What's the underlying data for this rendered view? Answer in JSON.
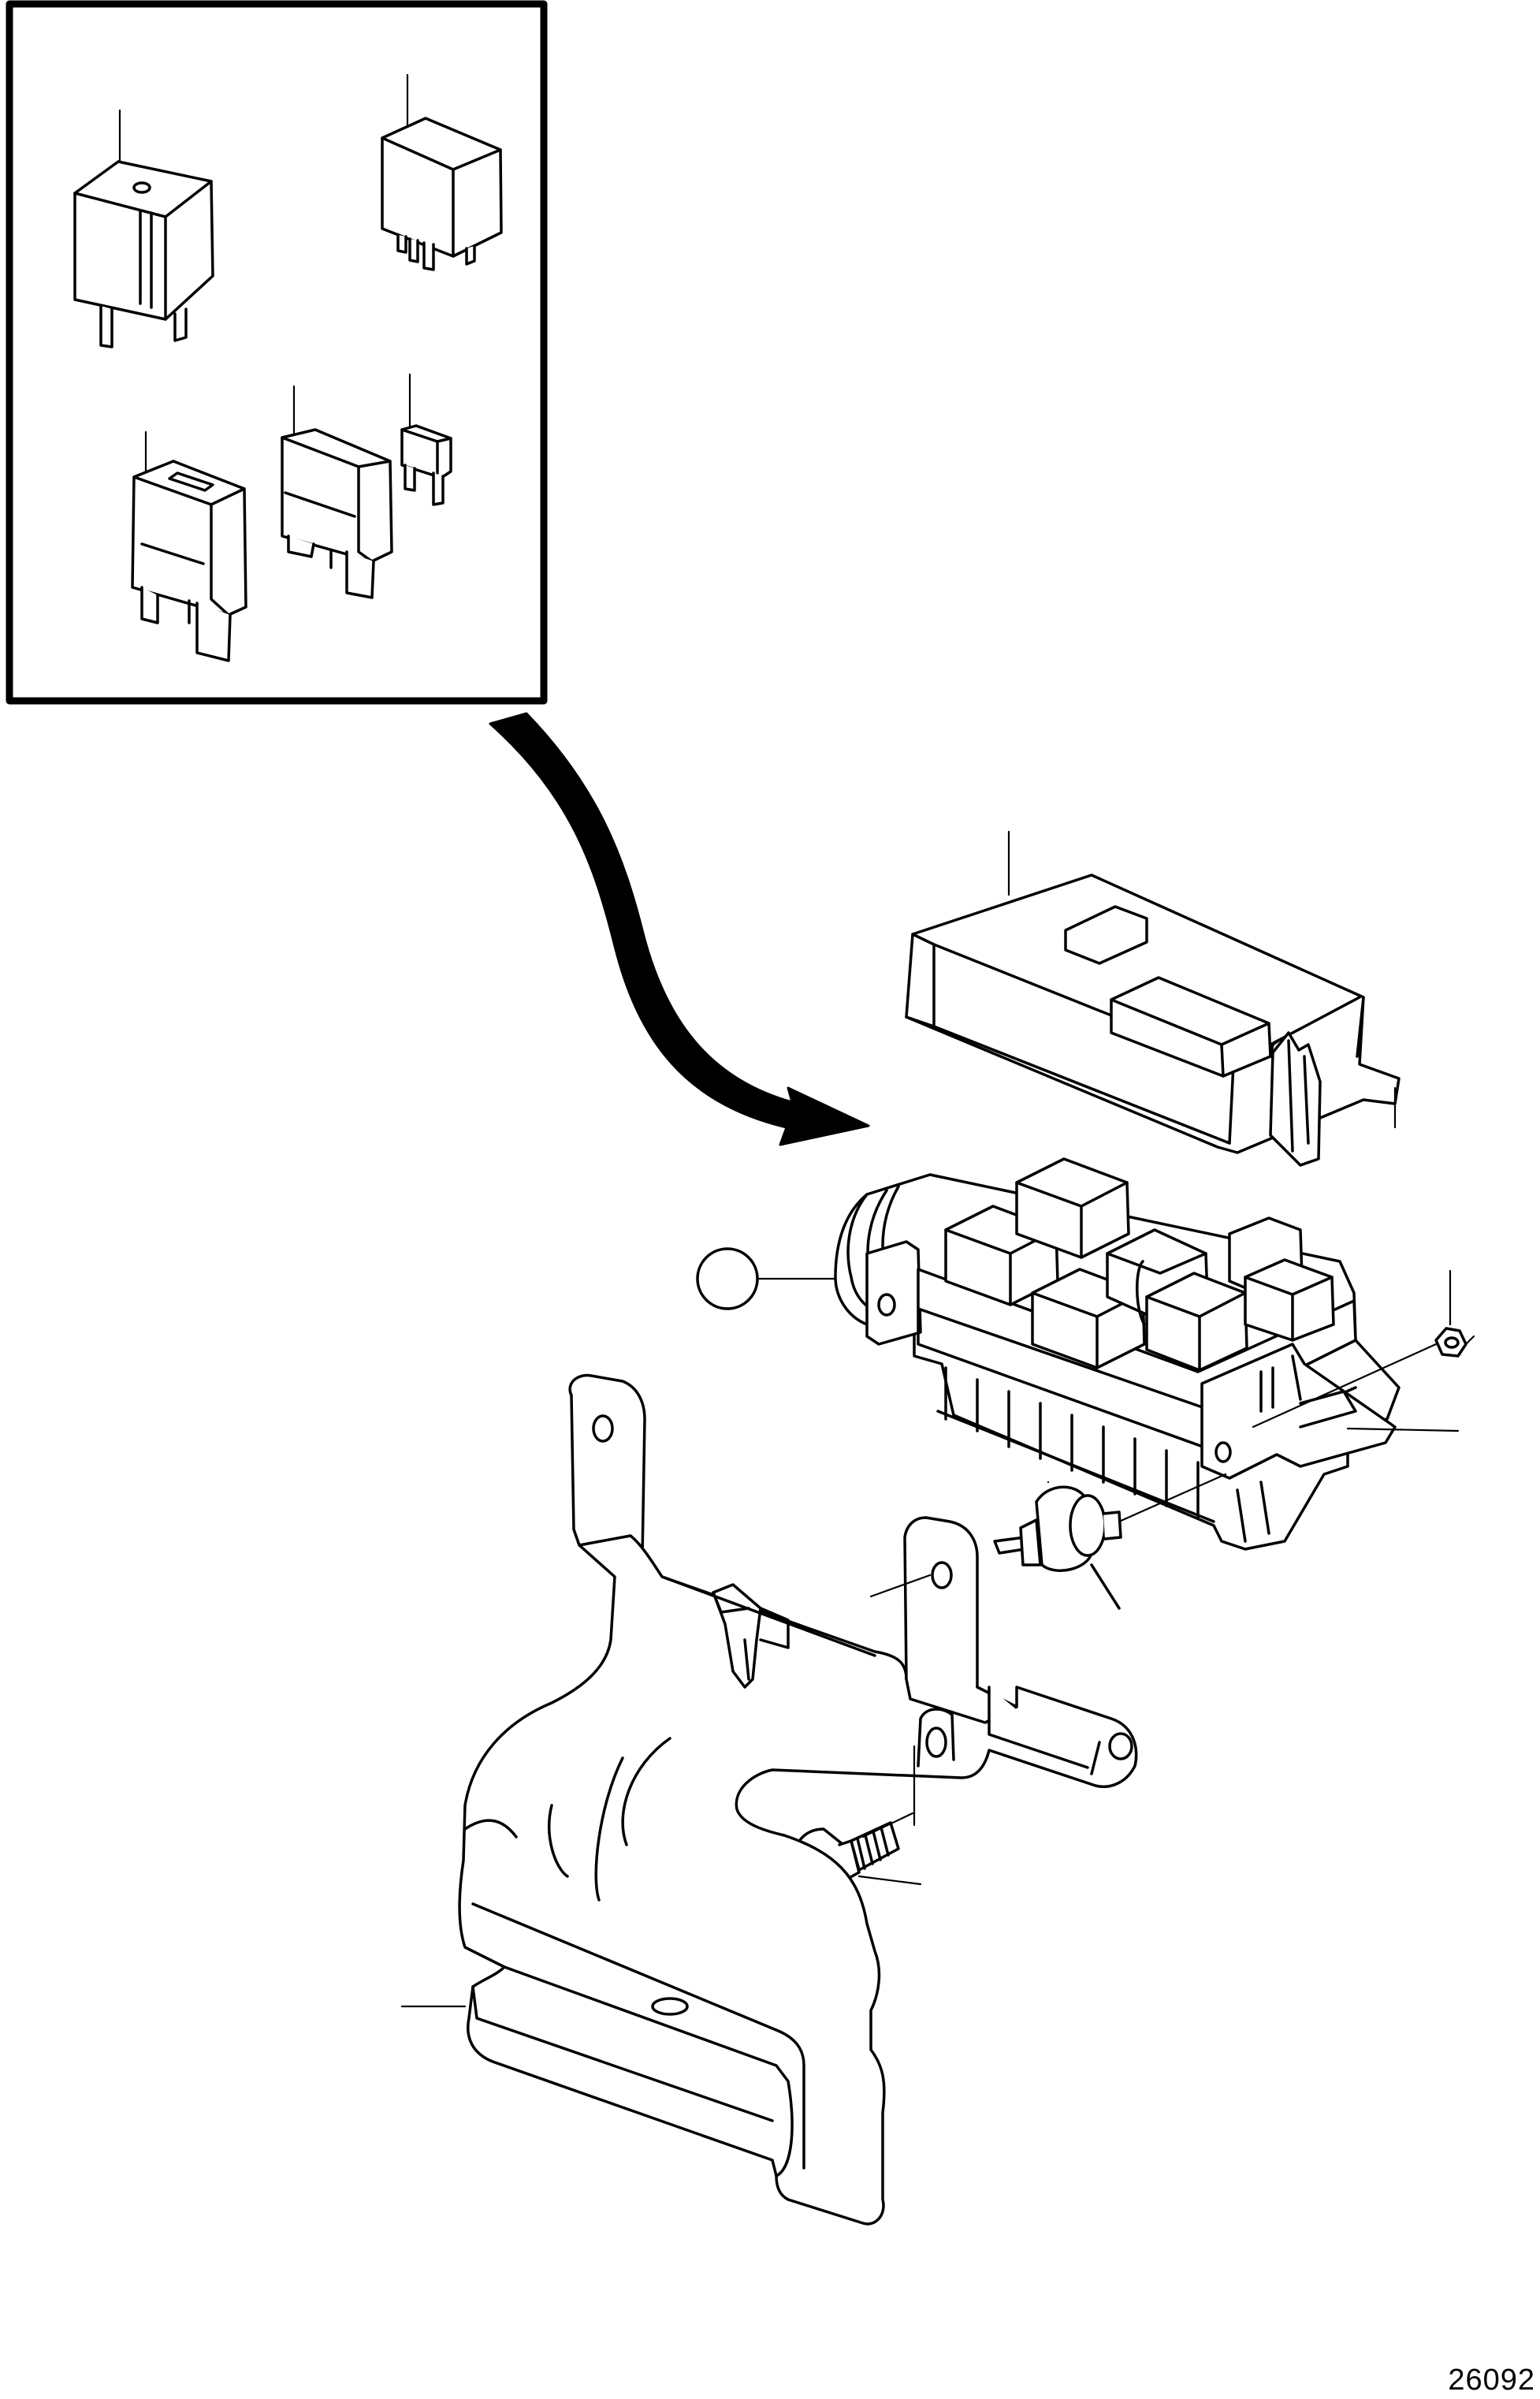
{
  "figure": {
    "number": "26092"
  },
  "inset": {
    "parts": [
      {
        "name": "relay-large"
      },
      {
        "name": "relay-small"
      },
      {
        "name": "maxi-fuse"
      },
      {
        "name": "mini-fuse-large"
      },
      {
        "name": "micro-fuse"
      }
    ]
  },
  "assembly": {
    "parts": [
      {
        "name": "fuse-box-cover"
      },
      {
        "name": "fuse-relay-box"
      },
      {
        "name": "nut"
      },
      {
        "name": "rubber-mount"
      },
      {
        "name": "bolt"
      },
      {
        "name": "mounting-bracket"
      }
    ]
  },
  "colors": {
    "line": "#000000",
    "background": "#ffffff"
  }
}
